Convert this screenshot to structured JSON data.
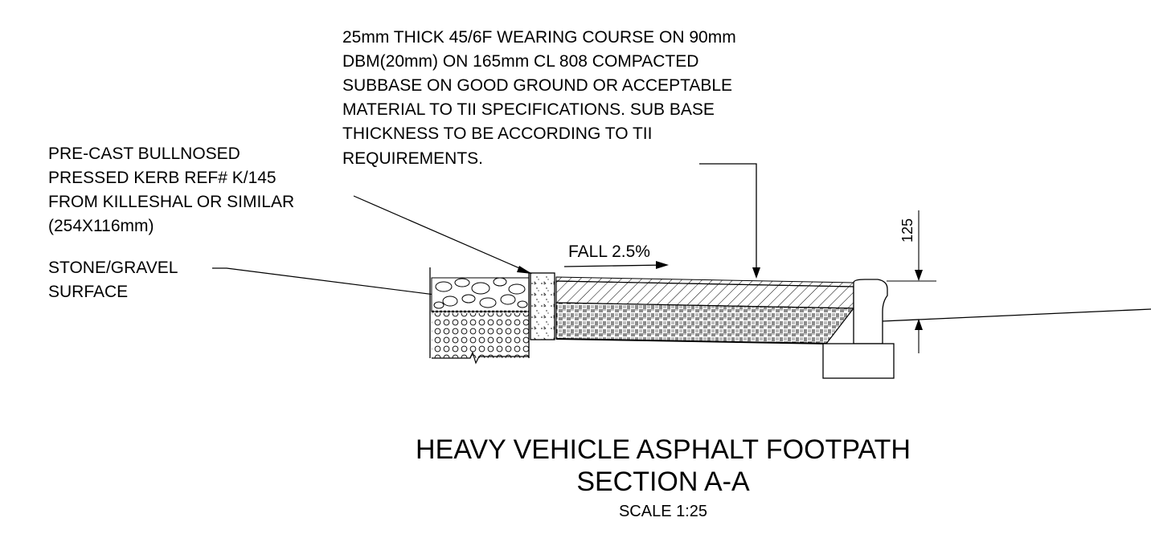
{
  "labels": {
    "pavement_spec": [
      "25mm THICK 45/6F WEARING COURSE  ON 90mm",
      "DBM(20mm) ON 165mm CL 808 COMPACTED",
      "SUBBASE ON GOOD GROUND OR ACCEPTABLE",
      "MATERIAL TO TII SPECIFICATIONS. SUB BASE",
      "THICKNESS TO BE ACCORDING TO TII",
      "REQUIREMENTS."
    ],
    "kerb_spec": [
      "PRE-CAST BULLNOSED",
      "PRESSED KERB REF# K/145",
      "FROM KILLESHAL OR SIMILAR",
      "(254X116mm)"
    ],
    "surface_spec": [
      "STONE/GRAVEL",
      "SURFACE"
    ],
    "fall": "FALL 2.5%",
    "dimension": "125"
  },
  "title": {
    "line1": "HEAVY VEHICLE ASPHALT FOOTPATH",
    "line2": "SECTION A-A",
    "scale": "SCALE 1:25"
  }
}
